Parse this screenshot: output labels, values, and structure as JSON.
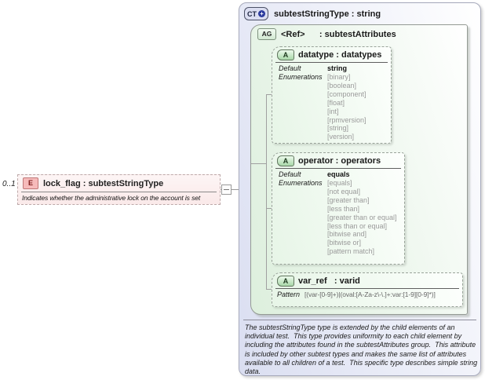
{
  "element_node": {
    "multiplicity": "0..1",
    "icon_label": "E",
    "title": "lock_flag : subtestStringType",
    "description": "Indicates whether the administrative lock on the account is set"
  },
  "complex_type": {
    "icon_label": "CT",
    "expand_icon_label": "+",
    "title": "subtestStringType : string",
    "annotation": "The subtestStringType type is extended by the child elements of an individual test.  This type provides uniformity to each child element by including the attributes found in the subtestAttributes group.  This attribute is included by other subtest types and makes the same list of attributes available to all children of a test.  This specific type describes simple string data.",
    "attribute_group": {
      "icon_label": "AG",
      "title": "<Ref>      : subtestAttributes",
      "attributes": [
        {
          "icon_label": "A",
          "title": "datatype : datatypes",
          "default_label": "Default",
          "enumerations_label": "Enumerations",
          "default_value": "string",
          "enumerations": [
            "[binary]",
            "[boolean]",
            "[component]",
            "[float]",
            "[int]",
            "[rpmversion]",
            "[string]",
            "[version]"
          ]
        },
        {
          "icon_label": "A",
          "title": "operator : operators",
          "default_label": "Default",
          "enumerations_label": "Enumerations",
          "default_value": "equals",
          "enumerations": [
            "[equals]",
            "[not equal]",
            "[greater than]",
            "[less than]",
            "[greater than or equal]",
            "[less than or equal]",
            "[bitwise and]",
            "[bitwise or]",
            "[pattern match]"
          ]
        },
        {
          "icon_label": "A",
          "title": "var_ref   : varid",
          "pattern_label": "Pattern",
          "pattern_value": "[(var-[0-9]+)|(oval:[A-Za-z\\-\\.]+:var:[1-9][0-9]*)]"
        }
      ]
    }
  }
}
